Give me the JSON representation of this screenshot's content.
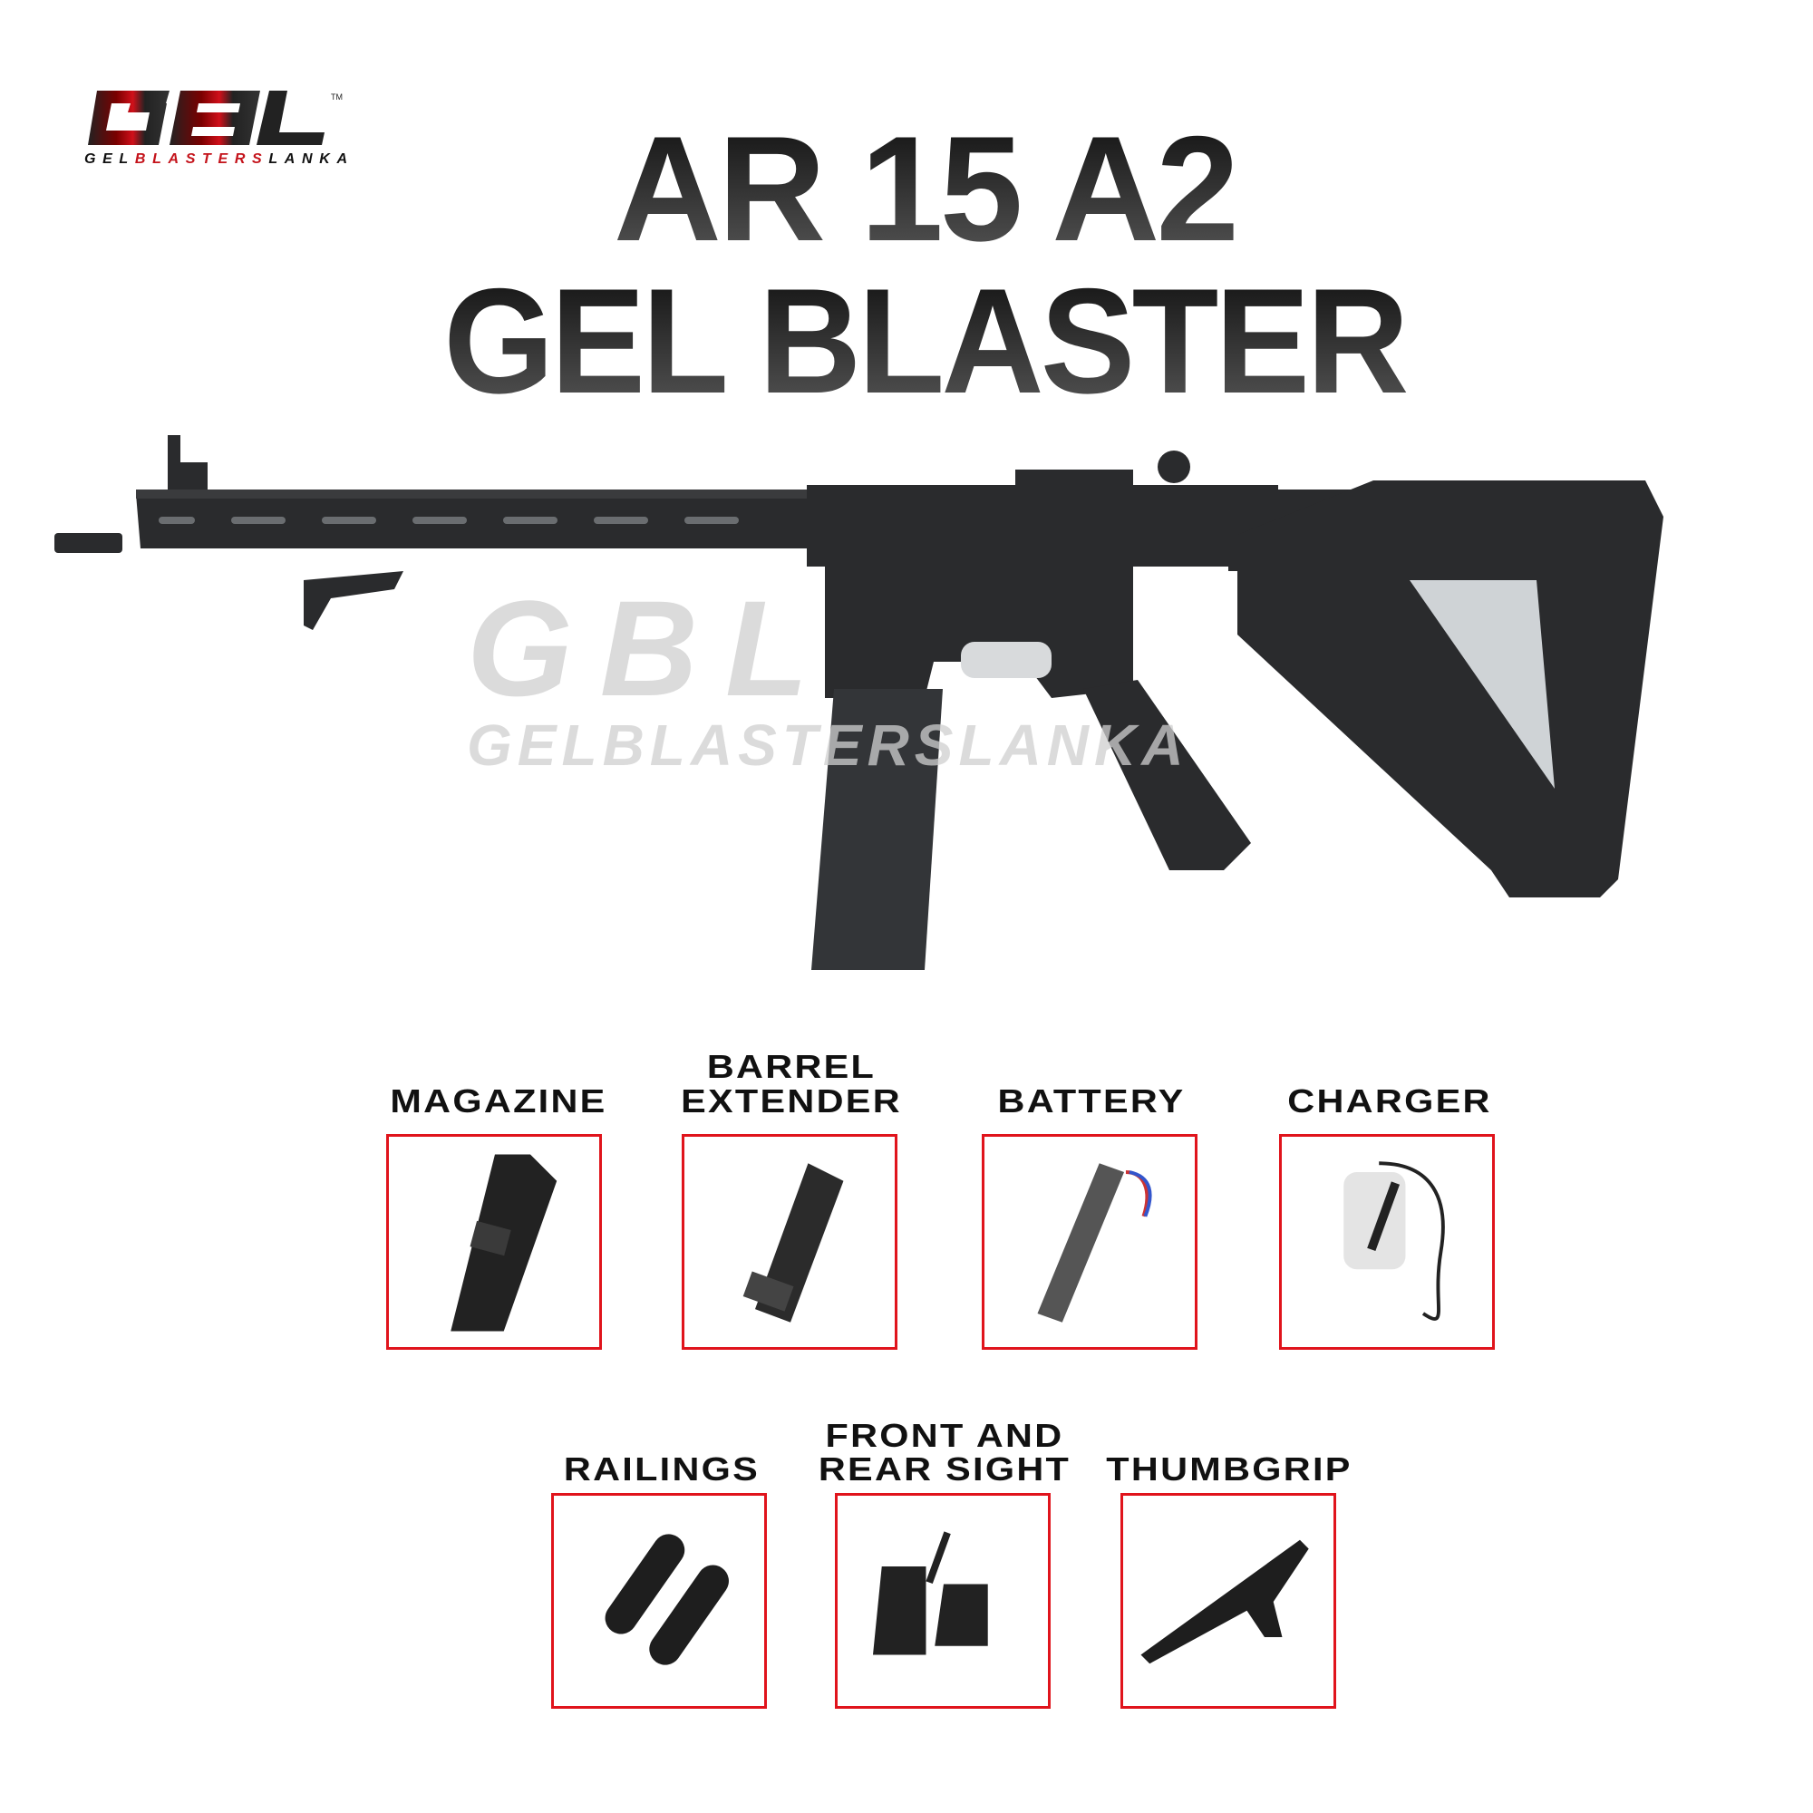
{
  "brand": {
    "logo_text": "GBL",
    "logo_subtext": "GELBLASTERSLANKA",
    "trademark": "TM",
    "accent_red": "#c4121a"
  },
  "title": {
    "line1": "AR 15 A2",
    "line2": "GEL BLASTER"
  },
  "product_image": {
    "icon": "ar15-gel-blaster-image",
    "watermark": "GBL GELBLASTERSLANKA"
  },
  "accessories": [
    {
      "label_lines": [
        "MAGAZINE"
      ],
      "icon": "magazine-image"
    },
    {
      "label_lines": [
        "BARREL",
        "EXTENDER"
      ],
      "icon": "barrel-extender-image"
    },
    {
      "label_lines": [
        "BATTERY"
      ],
      "icon": "battery-image"
    },
    {
      "label_lines": [
        "CHARGER"
      ],
      "icon": "charger-image"
    },
    {
      "label_lines": [
        "RAILINGS"
      ],
      "icon": "railings-image"
    },
    {
      "label_lines": [
        "FRONT  AND",
        "REAR  SIGHT"
      ],
      "icon": "sights-image"
    },
    {
      "label_lines": [
        "THUMBGRIP"
      ],
      "icon": "thumbgrip-image"
    }
  ],
  "colors": {
    "box_border": "#e0141c",
    "text": "#111111"
  }
}
